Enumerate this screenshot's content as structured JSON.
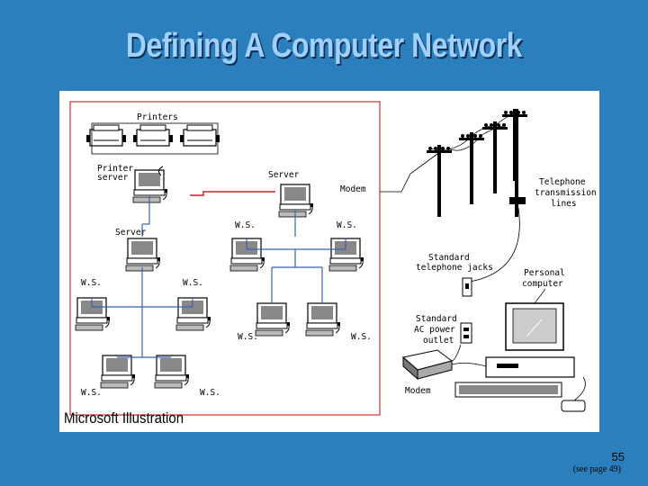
{
  "title": "Defining A Computer Network",
  "caption": "Microsoft Illustration",
  "page_number": "55",
  "see_page": "(see page 49)",
  "diagram": {
    "labels": {
      "printers": "Printers",
      "printer_server_1": "Printer",
      "printer_server_2": "server",
      "server_top": "Server",
      "modem_top": "Modem",
      "server_left": "Server",
      "ws": "W.S.",
      "telephone_1": "Telephone",
      "telephone_2": "transmission",
      "telephone_3": "lines",
      "jacks_1": "Standard",
      "jacks_2": "telephone jacks",
      "pc_1": "Personal",
      "pc_2": "computer",
      "power_1": "Standard",
      "power_2": "AC power",
      "power_3": "outlet",
      "modem_bottom": "Modem"
    },
    "colors": {
      "slide_bg": "#2b7fbd",
      "title": "#9fd0ff",
      "lan_cable": "#3a5fb0",
      "modem_cable": "#d02020",
      "lan_border": "#c83030"
    }
  }
}
